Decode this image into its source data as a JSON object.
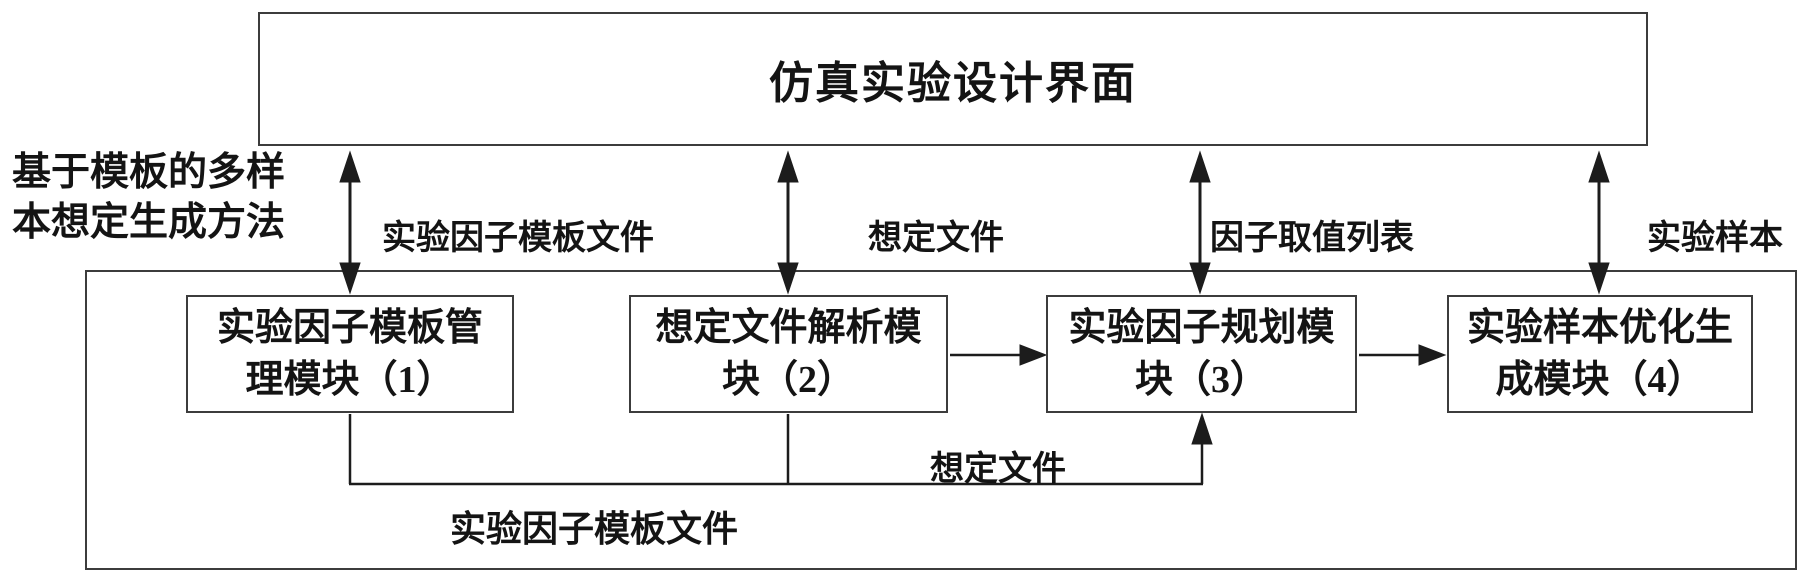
{
  "diagram": {
    "title": "仿真实验设计界面",
    "method_label": {
      "line1": "基于模板的多样",
      "line2": "本想定生成方法"
    },
    "interface_links": [
      {
        "label": "实验因子模板文件"
      },
      {
        "label": "想定文件"
      },
      {
        "label": "因子取值列表"
      },
      {
        "label": "实验样本"
      }
    ],
    "modules": [
      {
        "line1": "实验因子模板管",
        "line2": "理模块（1）"
      },
      {
        "line1": "想定文件解析模",
        "line2": "块（2）"
      },
      {
        "line1": "实验因子规划模",
        "line2": "块（3）"
      },
      {
        "line1": "实验样本优化生",
        "line2": "成模块（4）"
      }
    ],
    "feedback_links": {
      "scenario_file": "想定文件",
      "template_file": "实验因子模板文件"
    },
    "colors": {
      "line": "#1c1c1c",
      "border": "#3c3c3c",
      "text": "#141414",
      "background": "#ffffff"
    }
  }
}
